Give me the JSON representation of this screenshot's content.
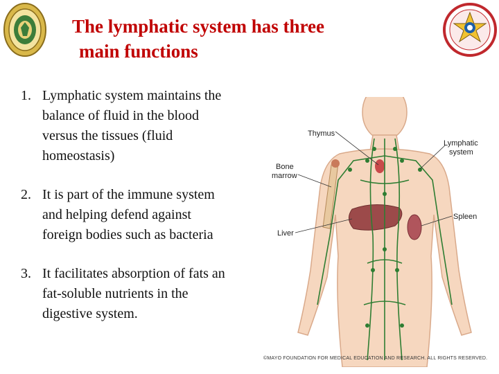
{
  "slide": {
    "title_line1": "The lymphatic system has three",
    "title_line2": "main functions",
    "items": [
      {
        "number": "1.",
        "text": "Lymphatic system maintains the\nbalance of fluid in the blood\nversus the tissues (fluid\nhomeostasis)"
      },
      {
        "number": "2.",
        "text": "It is part of the immune system\nand helping defend against\nforeign bodies such as bacteria"
      },
      {
        "number": "3.",
        "text": "It facilitates absorption of fats an\nfat-soluble nutrients in the\ndigestive system."
      }
    ]
  },
  "figure": {
    "labels": {
      "thymus": "Thymus",
      "lymphatic_system_1": "Lymphatic",
      "lymphatic_system_2": "system",
      "bone_marrow_1": "Bone",
      "bone_marrow_2": "marrow",
      "spleen": "Spleen",
      "liver": "Liver"
    },
    "credit": "©MAYO FOUNDATION FOR MEDICAL EDUCATION AND RESEARCH. ALL RIGHTS RESERVED.",
    "colors": {
      "skin": "#f6d7bf",
      "lymph": "#2e7d32",
      "liver": "#9c4a4a",
      "spleen": "#b0555c",
      "bone": "#e8c9a0"
    }
  },
  "logos": {
    "left_icon": "university-seal-icon",
    "right_icon": "college-emblem-icon"
  },
  "theme": {
    "title_color": "#c00000"
  }
}
